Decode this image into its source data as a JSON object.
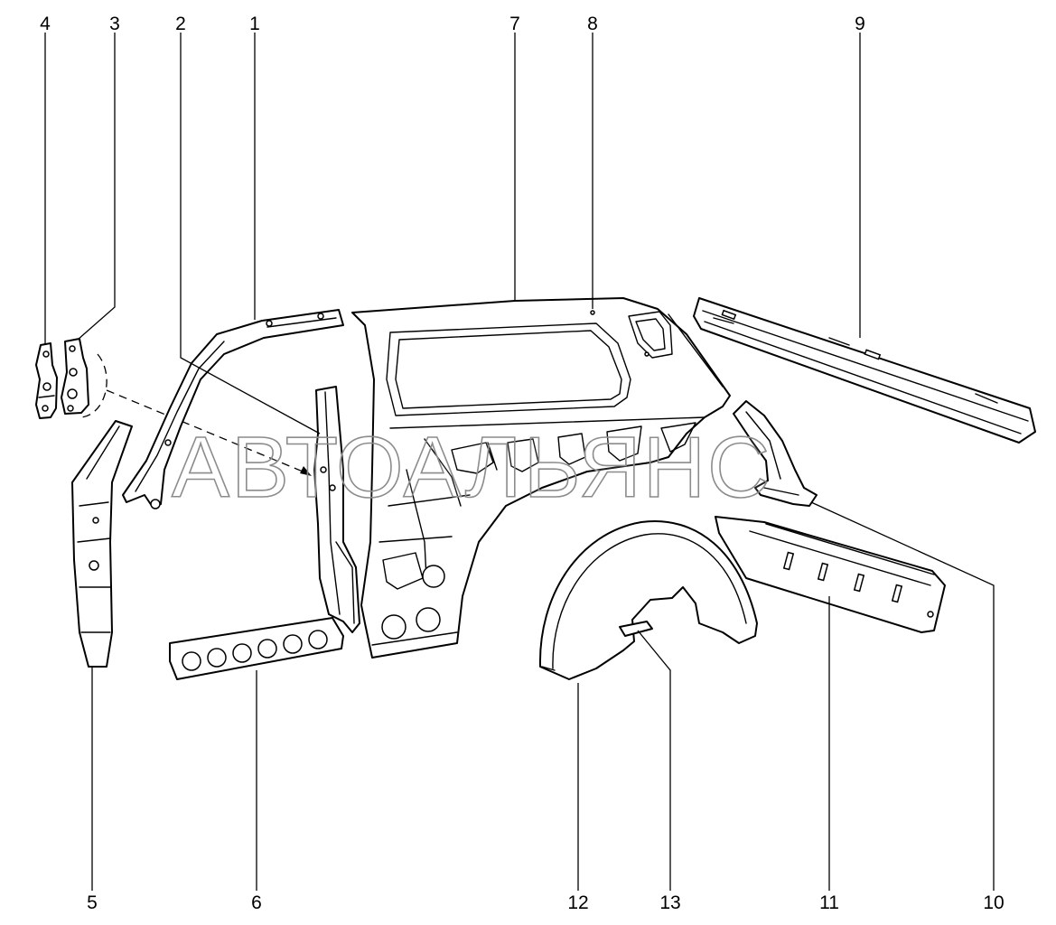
{
  "watermark": "АВТОАЛЬЯНС",
  "callouts": [
    {
      "id": "c1",
      "label": "1"
    },
    {
      "id": "c2",
      "label": "2"
    },
    {
      "id": "c3",
      "label": "3"
    },
    {
      "id": "c4",
      "label": "4"
    },
    {
      "id": "c5",
      "label": "5"
    },
    {
      "id": "c6",
      "label": "6"
    },
    {
      "id": "c7",
      "label": "7"
    },
    {
      "id": "c8",
      "label": "8"
    },
    {
      "id": "c9",
      "label": "9"
    },
    {
      "id": "c10",
      "label": "10"
    },
    {
      "id": "c11",
      "label": "11"
    },
    {
      "id": "c12",
      "label": "12"
    },
    {
      "id": "c13",
      "label": "13"
    }
  ],
  "colors": {
    "line": "#000000",
    "background": "#ffffff",
    "watermark": "#8c8c8c"
  }
}
